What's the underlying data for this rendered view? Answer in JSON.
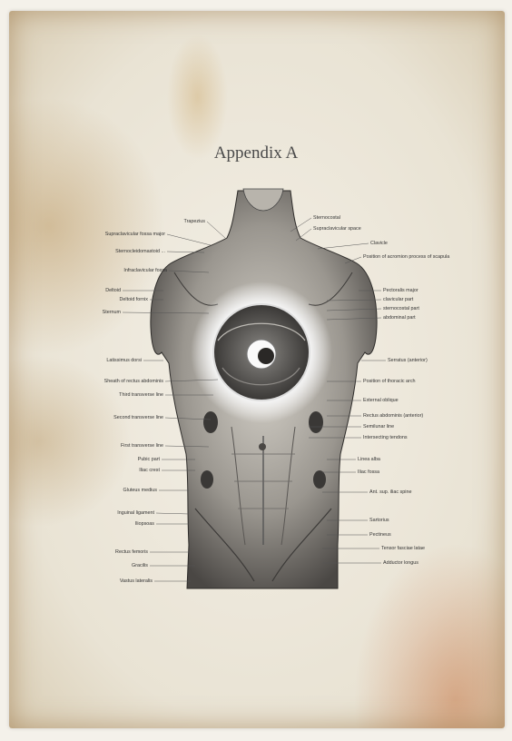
{
  "title": "Appendix A",
  "labels_left": [
    "Trapezius",
    "Supraclavicular fossa major",
    "Sternocleidomastoid ...",
    "Infraclavicular fossa",
    "Deltoid",
    "Deltoid fornix",
    "Sternum",
    "Latissimus dorsi",
    "Sheath of rectus abdominis",
    "Third transverse line",
    "Second transverse line",
    "First transverse line",
    "Pubic part",
    "Iliac crest",
    "Gluteus medius",
    "Inguinal ligament",
    "Iliopsoas",
    "Rectus femoris",
    "Gracilis",
    "Vastus lateralis"
  ],
  "labels_right": [
    "Sternocostal",
    "Supraclavicular space",
    "Clavicle",
    "Position of acromion process of scapula",
    "Pectoralis major",
    "clavicular part",
    "sternocostal part",
    "abdominal part",
    "Serratus (anterior)",
    "Position of thoracic arch",
    "External oblique",
    "Rectus abdominis (anterior)",
    "Semilunar line",
    "Intersecting tendons",
    "Linea alba",
    "Iliac fossa",
    "Ant. sup. iliac spine",
    "Sartorius",
    "Pectineus",
    "Tensor fasciae latae",
    "Adductor longus"
  ]
}
